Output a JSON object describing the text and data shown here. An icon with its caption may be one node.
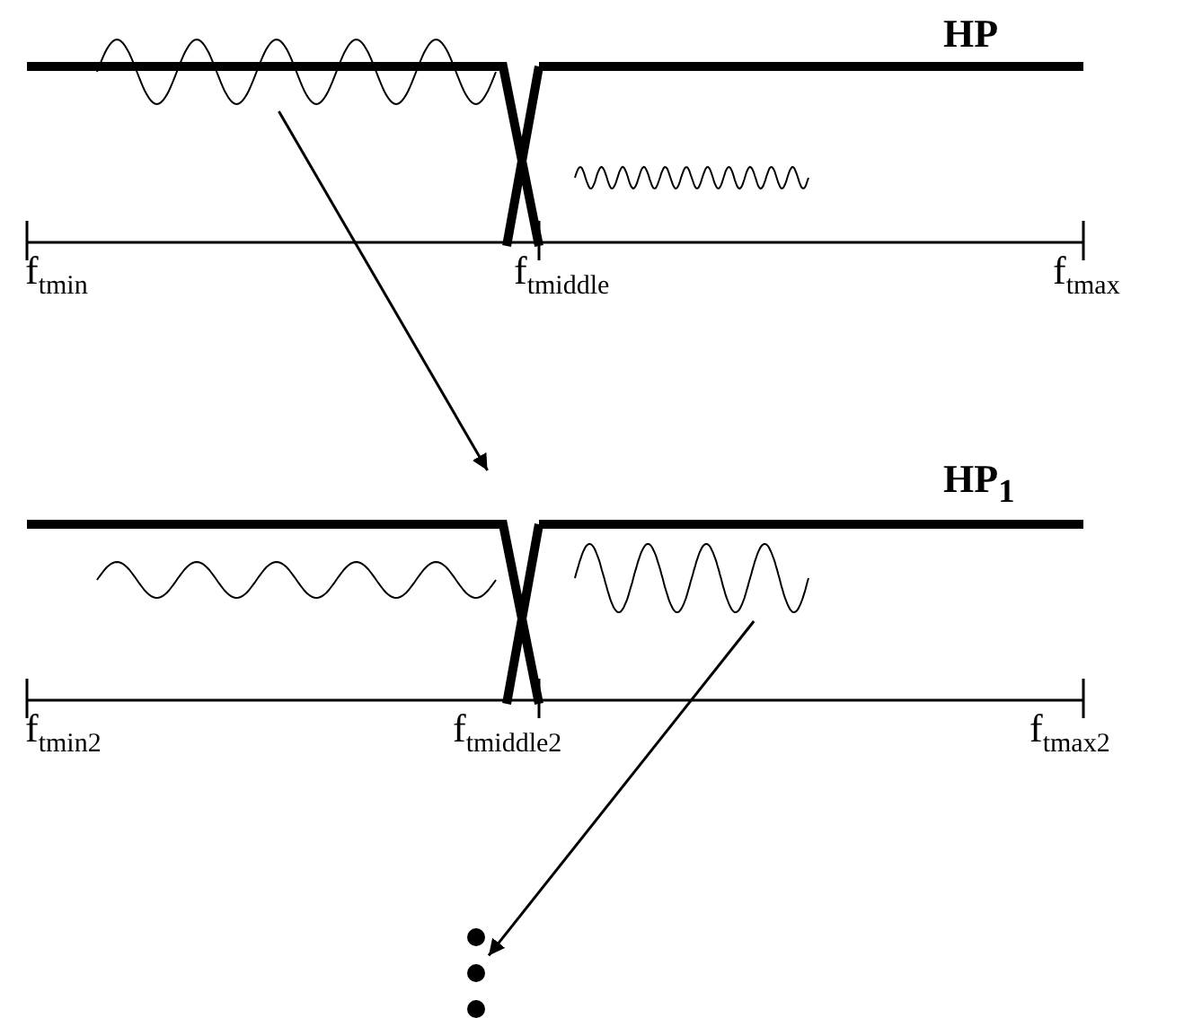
{
  "diagram": {
    "nodes": [
      {
        "text": [
          "HP"
        ]
      },
      {
        "text": [],
        "shape": "picture",
        "in": 0
      },
      {
        "text": [],
        "shape": "picture",
        "in": 0
      },
      {
        "text": [
          "HP$_{1}$"
        ]
      },
      {
        "text": [],
        "shape": "picture",
        "in": 3
      },
      {
        "text": [],
        "shape": "picture",
        "in": 3
      },
      {
        "text": [],
        "shape": "dots"
      }
    ],
    "edges": [
      {
        "from": 1,
        "to": 3,
        "arrow": "to"
      },
      {
        "from": 5,
        "to": 6,
        "arrow": "to"
      }
    ],
    "labels": [
      "f$_{tmin}$",
      "f$_{tmiddle}$",
      "f$_{tmax}$",
      "f$_{tmin2}$",
      "f$_{tmiddle2}$",
      "f$_{tmax2}$"
    ]
  }
}
